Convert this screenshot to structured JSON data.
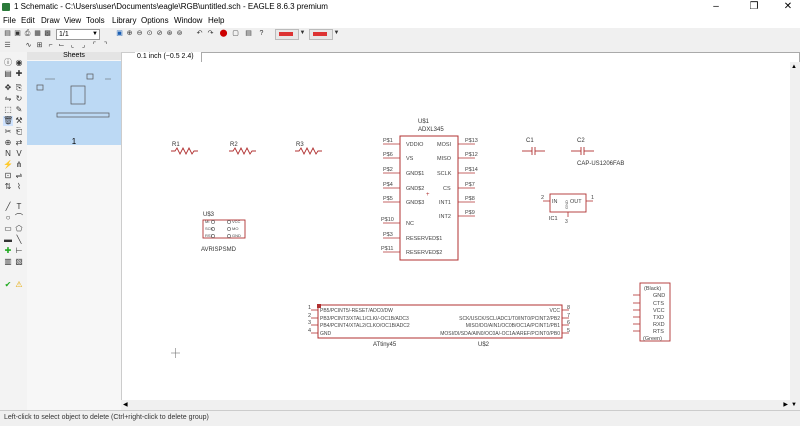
{
  "window": {
    "title": "1 Schematic - C:\\Users\\user\\Documents\\eagle\\RGB\\untitled.sch - EAGLE 8.6.3 premium",
    "minimize": "–",
    "maximize": "❐",
    "close": "✕"
  },
  "menu": [
    "File",
    "Edit",
    "Draw",
    "View",
    "Tools",
    "Library",
    "Options",
    "Window",
    "Help"
  ],
  "toolbar": {
    "sheet_select": "1/1"
  },
  "sheets_panel": {
    "title": "Sheets",
    "sheet_number": "1"
  },
  "coord": {
    "readout": "0.1 inch (−0.5 2.4)"
  },
  "status": {
    "message": "Left-click to select object to delete (Ctrl+right-click to delete group)"
  },
  "schematic": {
    "r1": "R1",
    "r2": "R2",
    "r3": "R3",
    "u1_name": "U$1",
    "u1_value": "ADXL345",
    "u1_left_pins": [
      "P$1",
      "P$6",
      "P$2",
      "P$4",
      "P$5",
      "P$10",
      "P$3",
      "P$11"
    ],
    "u1_left_names": [
      "VDDIO",
      "VS",
      "GND$1",
      "GND$2",
      "GND$3",
      "NC",
      "RESERVED$1",
      "RESERVED$2"
    ],
    "u1_right_pins": [
      "P$13",
      "P$12",
      "P$14",
      "P$7",
      "P$8",
      "P$9"
    ],
    "u1_right_names": [
      "MOSI",
      "MISO",
      "SCLK",
      "CS",
      "INT1",
      "INT2"
    ],
    "c1": "C1",
    "c2": "C2",
    "c2_value": "CAP-US1206FAB",
    "u3_name": "U$3",
    "u3_value": "AVRISPSMD",
    "u3_pins": [
      "MI",
      "SCK",
      "RST",
      "VCC",
      "MO",
      "GND"
    ],
    "ic1_name": "IC1",
    "ic1_in": "IN",
    "ic1_gnd": "GND",
    "ic1_out": "OUT",
    "ic1_pin_in": "2",
    "ic1_pin_out": "1",
    "ic1_pin_gnd": "3",
    "u2_name": "U$2",
    "u2_value": "ATtiny45",
    "u2_left_pins": [
      "1",
      "2",
      "3",
      "4"
    ],
    "u2_left_names": [
      "PB5/PCINT5/-RESET/ADC0/DW",
      "PB3/PCINT3/XTAL1/CLKI/-OC1B/ADC3",
      "PB4/PCINT4/XTAL2/CLKO/OC1B/ADC2",
      "GND"
    ],
    "u2_right_pins": [
      "8",
      "7",
      "6",
      "5"
    ],
    "u2_right_names": [
      "VCC",
      "SCK/USCK/SCL/ADC1/T0/INT0/PCINT2/PB2",
      "MISO/DO/AIN1/OC0B/OC1A/PCINT1/PB1",
      "MOSI/DI/SDA/AIN0/OC0A/-OC1A/AREF/PCINT0/PB0"
    ],
    "j_top": "(Black)",
    "j_pins": [
      "GND",
      "CTS",
      "VCC",
      "TXD",
      "RXD",
      "RTS"
    ],
    "j_bottom": "(Green)"
  }
}
